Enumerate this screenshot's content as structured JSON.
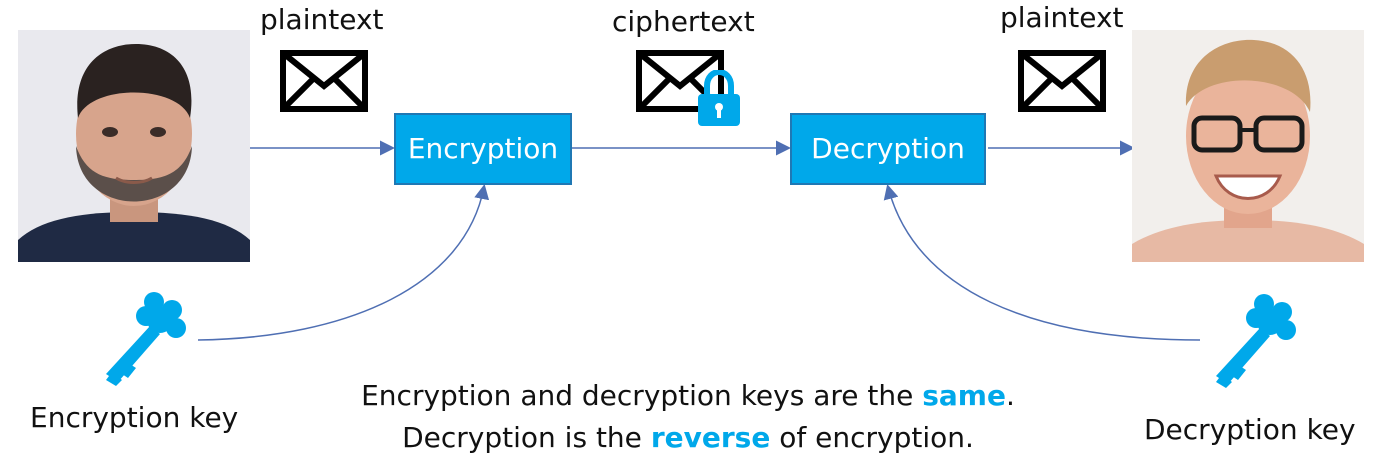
{
  "labels": {
    "plaintext_left": "plaintext",
    "ciphertext": "ciphertext",
    "plaintext_right": "plaintext"
  },
  "boxes": {
    "encryption": "Encryption",
    "decryption": "Decryption"
  },
  "keys": {
    "encryption_key": "Encryption key",
    "decryption_key": "Decryption key"
  },
  "summary": {
    "line1_before": "Encryption and decryption keys are the ",
    "line1_highlight": "same",
    "line1_after": ".",
    "line2_before": "Decryption is the ",
    "line2_highlight": "reverse",
    "line2_after": " of encryption."
  },
  "colors": {
    "accent": "#00a8ea",
    "arrow": "#4f6fb3"
  },
  "icons": [
    "envelope-icon",
    "padlock-icon",
    "key-icon"
  ]
}
